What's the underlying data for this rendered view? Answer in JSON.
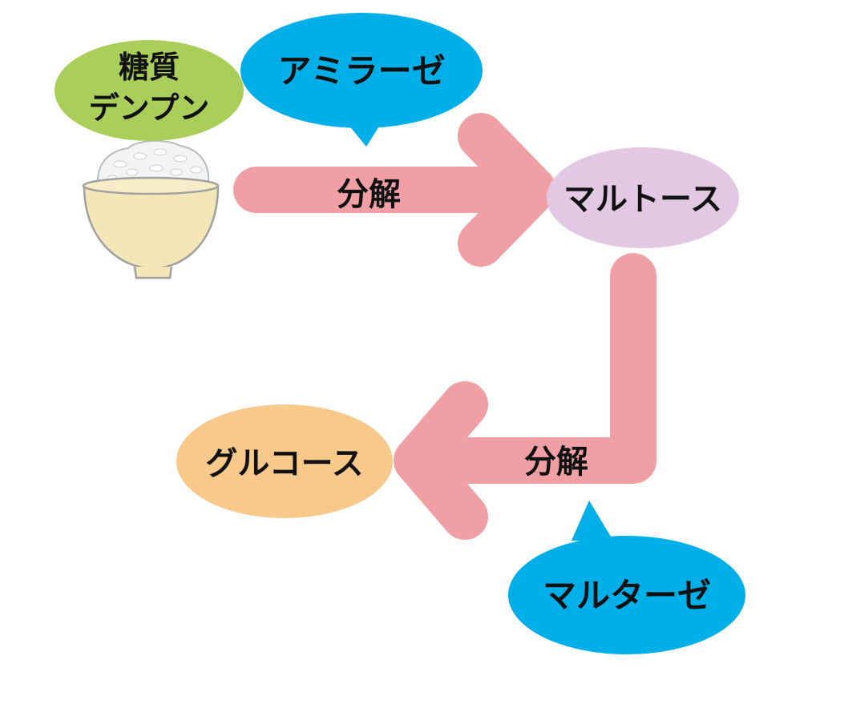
{
  "colors": {
    "arrow": "#f0a0a4",
    "starch_bubble": "#a9cf5a",
    "enzyme_bubble": "#00aee8",
    "maltose_ellipse": "#e3c8e4",
    "glucose_ellipse": "#f8c98a",
    "bowl": "#f3e7b8",
    "bowl_outline": "#a0a0a0",
    "rice": "#f2f4f5"
  },
  "icons": {
    "rice_bowl": "rice-bowl-icon"
  },
  "labels": {
    "starch_line1": "糖質",
    "starch_line2": "デンプン",
    "amylase": "アミラーゼ",
    "maltose": "マルトース",
    "glucose": "グルコース",
    "maltase": "マルターゼ",
    "decompose_1": "分解",
    "decompose_2": "分解"
  }
}
